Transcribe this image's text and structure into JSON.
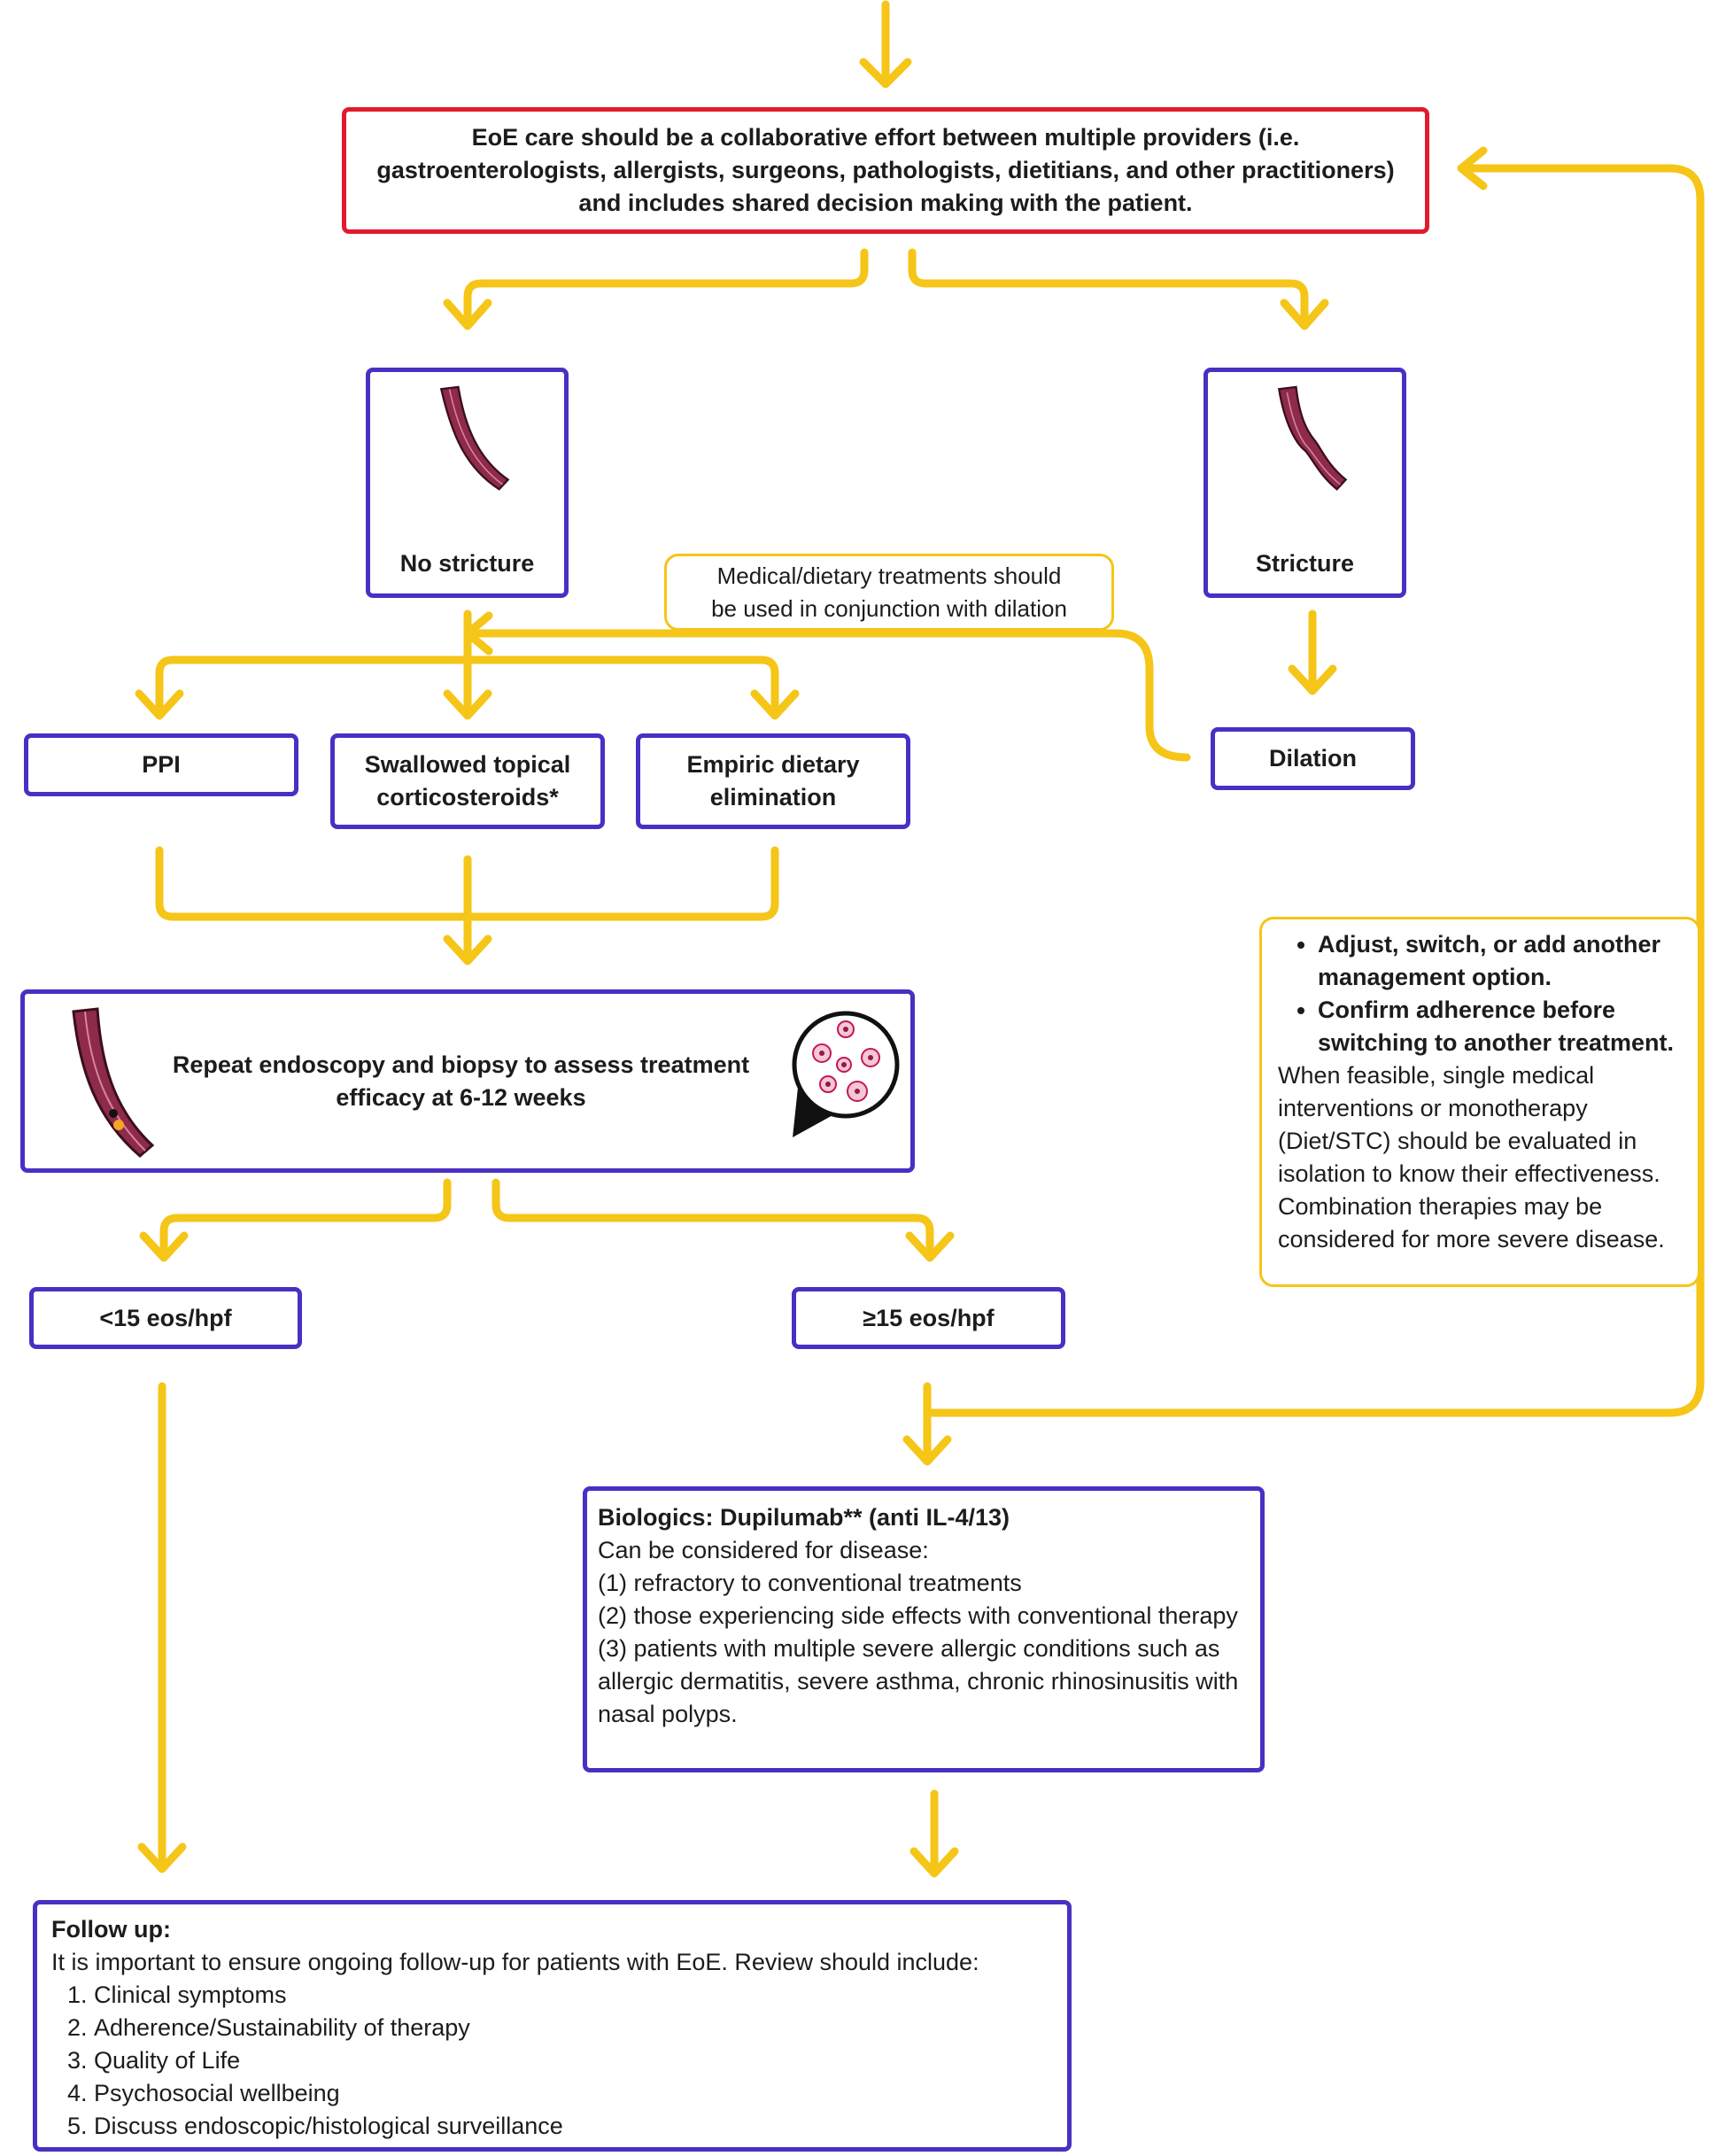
{
  "top_box": {
    "lines": [
      "EoE care should be a collaborative effort between multiple providers (i.e.",
      "gastroenterologists, allergists, surgeons, pathologists, dietitians, and other practitioners)",
      "and includes shared decision making with the patient."
    ]
  },
  "no_stricture": {
    "label": "No stricture"
  },
  "stricture": {
    "label": "Stricture"
  },
  "dilation_note": {
    "lines": [
      "Medical/dietary treatments should",
      "be used in conjunction with dilation"
    ]
  },
  "dilation": {
    "label": "Dilation"
  },
  "ppi": {
    "label": "PPI"
  },
  "steroids": {
    "lines": [
      "Swallowed topical",
      "corticosteroids*"
    ]
  },
  "diet": {
    "lines": [
      "Empiric dietary",
      "elimination"
    ]
  },
  "repeat": {
    "lines": [
      "Repeat endoscopy and biopsy to assess treatment",
      "efficacy at 6-12 weeks"
    ]
  },
  "side_note": {
    "bullets": [
      "Adjust, switch, or add another management option.",
      "Confirm adherence before switching to another treatment."
    ],
    "text": "When feasible, single medical interventions or monotherapy (Diet/STC) should be evaluated in isolation to know their effectiveness. Combination therapies may be considered for more severe disease."
  },
  "low_eos": {
    "label": "<15 eos/hpf"
  },
  "high_eos": {
    "label": "≥15 eos/hpf"
  },
  "biologics": {
    "title": "Biologics:  Dupilumab** (anti IL-4/13)",
    "lines": [
      "Can be considered for disease:",
      "(1) refractory to conventional treatments",
      "(2) those experiencing side effects with conventional therapy",
      "(3) patients with multiple severe allergic conditions such as allergic dermatitis, severe asthma, chronic rhinosinusitis with nasal polyps."
    ]
  },
  "follow_up": {
    "title": "Follow up:",
    "intro": "It is important to ensure ongoing follow-up for patients with EoE. Review should include:",
    "items": [
      "Clinical symptoms",
      "Adherence/Sustainability of therapy",
      "Quality of Life",
      "Psychosocial wellbeing",
      "Discuss endoscopic/histological surveillance"
    ]
  },
  "colors": {
    "arrow": "#f5c518",
    "box_border": "#4a2fc4",
    "top_border": "#e01c2c",
    "esophagus": "#8e2a4a"
  }
}
